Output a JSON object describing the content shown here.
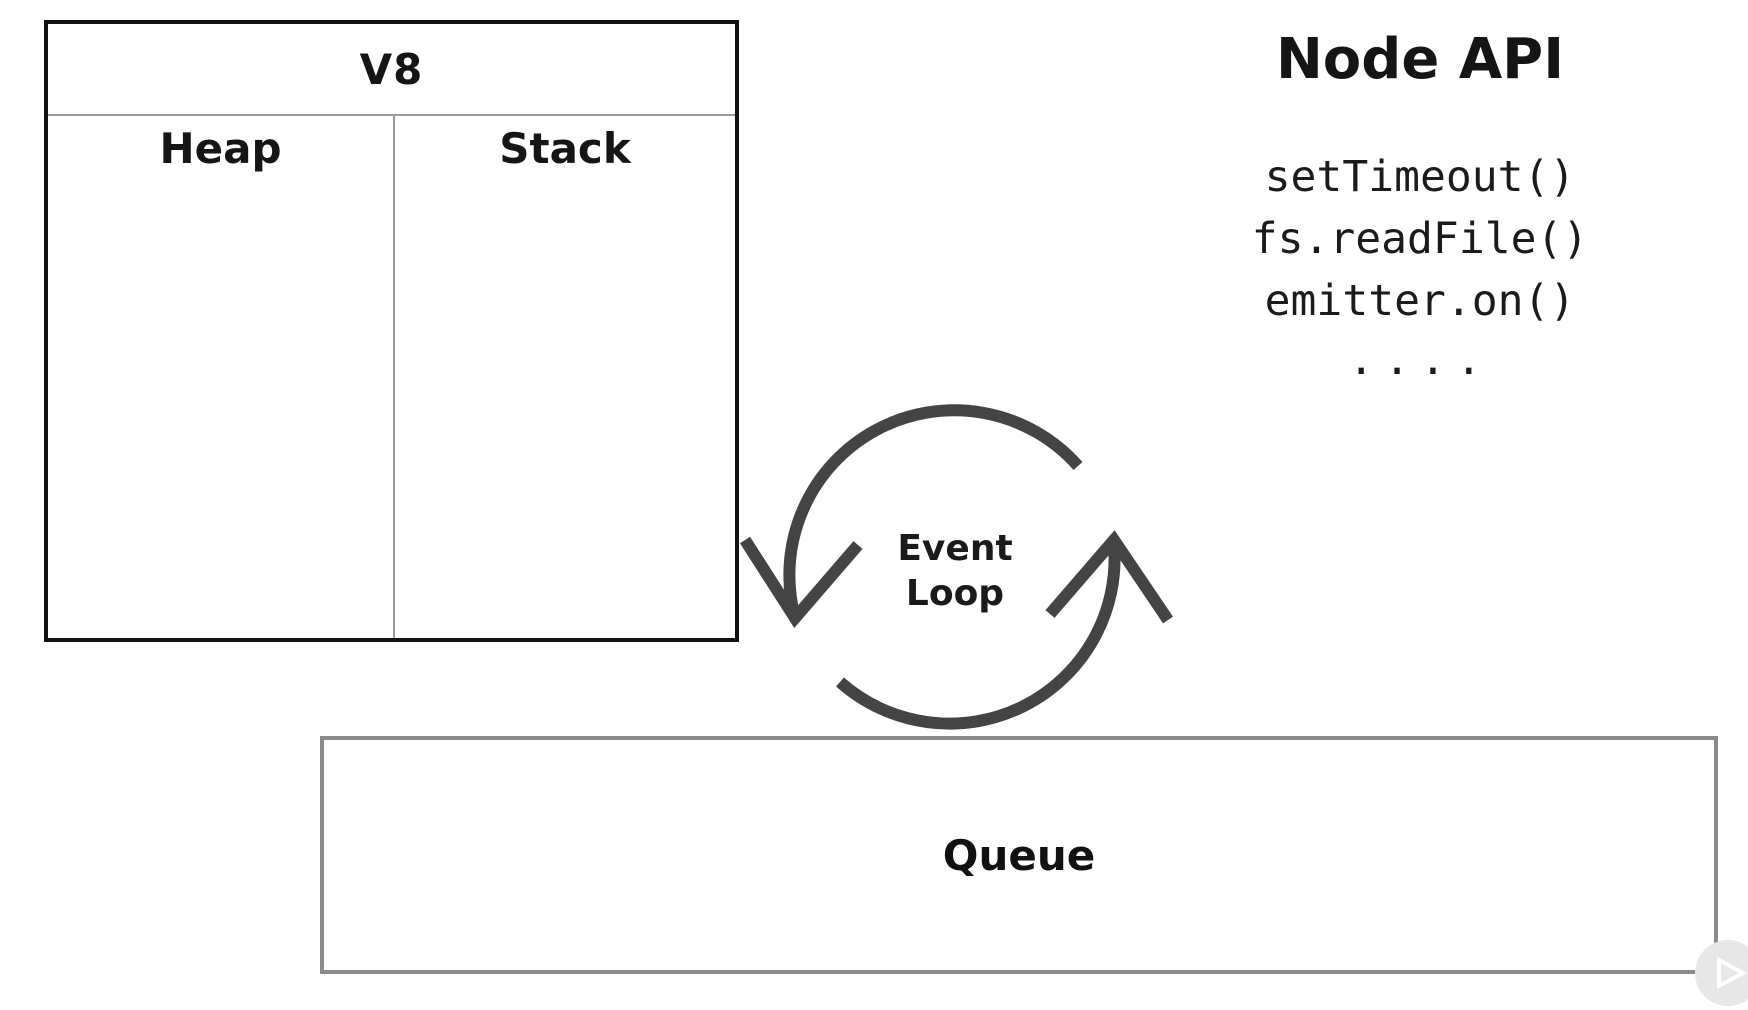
{
  "v8": {
    "title": "V8",
    "heap_label": "Heap",
    "stack_label": "Stack"
  },
  "node_api": {
    "title": "Node API",
    "items": [
      "setTimeout()",
      "fs.readFile()",
      "emitter.on()"
    ],
    "ellipsis": "...."
  },
  "event_loop": {
    "line1": "Event",
    "line2": "Loop"
  },
  "queue": {
    "label": "Queue"
  },
  "colors": {
    "stroke_dark": "#111111",
    "divider_gray": "#9a9a9a",
    "queue_border": "#8a8a8a",
    "loop_arrow": "#444444"
  }
}
